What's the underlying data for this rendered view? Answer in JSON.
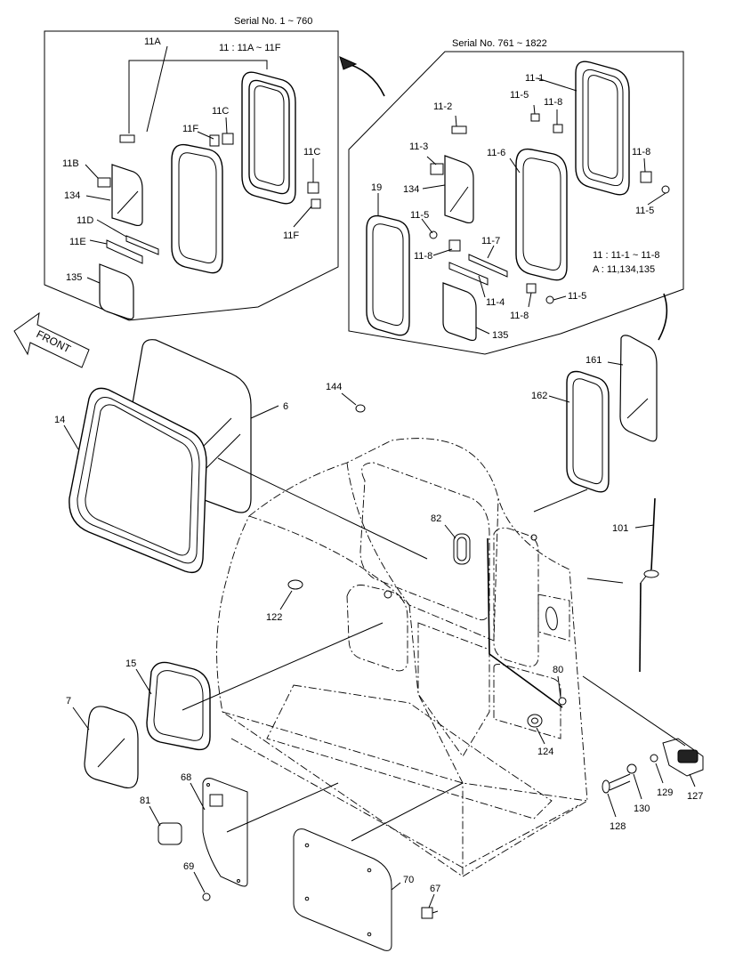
{
  "insets": {
    "left": {
      "title": "Serial No. 1 ~ 760",
      "set_note": "11 : 11A ~ 11F",
      "labels": [
        "11A",
        "11F",
        "11C",
        "11C",
        "11B",
        "134",
        "11D",
        "11E",
        "135",
        "11F"
      ]
    },
    "right": {
      "title": "Serial No. 761 ~ 1822",
      "set_note_1": "11 : 11-1 ~ 11-8",
      "set_note_2": "A : 11,134,135",
      "labels": [
        "11-1",
        "11-5",
        "11-8",
        "11-2",
        "11-3",
        "134",
        "11-6",
        "11-8",
        "11-5",
        "19",
        "11-5",
        "11-8",
        "11-7",
        "11-4",
        "11-8",
        "11-5",
        "135"
      ]
    }
  },
  "main": {
    "front_label": "FRONT",
    "labels": [
      "6",
      "14",
      "144",
      "161",
      "162",
      "82",
      "101",
      "122",
      "15",
      "80",
      "7",
      "124",
      "68",
      "81",
      "69",
      "127",
      "129",
      "130",
      "128",
      "70",
      "67"
    ]
  }
}
